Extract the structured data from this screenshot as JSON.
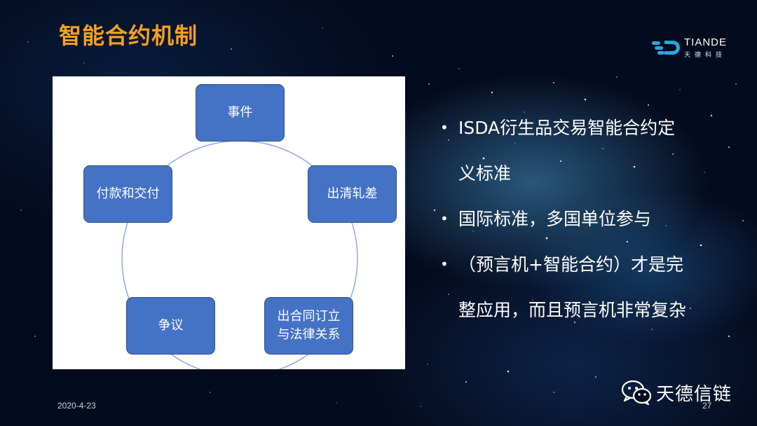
{
  "slide": {
    "title": "智能合约机制",
    "date": "2020-4-23",
    "page_number": "27"
  },
  "logo": {
    "name_en": "TIANDE",
    "name_cn": "天德科技",
    "accent_color": "#2aa7e0"
  },
  "diagram": {
    "nodes": [
      {
        "id": "event",
        "lines": [
          "事件"
        ]
      },
      {
        "id": "clearing",
        "lines": [
          "出清轧差"
        ]
      },
      {
        "id": "contract",
        "lines": [
          "出合同订立",
          "与法律关系"
        ]
      },
      {
        "id": "dispute",
        "lines": [
          "争议"
        ]
      },
      {
        "id": "payment",
        "lines": [
          "付款和交付"
        ]
      }
    ],
    "node_color": "#4472c4",
    "ring_color": "#8eaadb"
  },
  "bullets": [
    {
      "lines": [
        "ISDA衍生品交易智能合约定",
        "义标准"
      ]
    },
    {
      "lines": [
        "国际标准，多国单位参与"
      ]
    },
    {
      "lines": [
        "（预言机+智能合约）才是完",
        "整应用，而且预言机非常复杂"
      ]
    }
  ],
  "bullet_symbol": "•",
  "watermark": {
    "icon": "wechat-icon",
    "account": "天德信链"
  },
  "colors": {
    "title": "#f5a020",
    "text": "#ffffff",
    "background": "#040b1e"
  }
}
